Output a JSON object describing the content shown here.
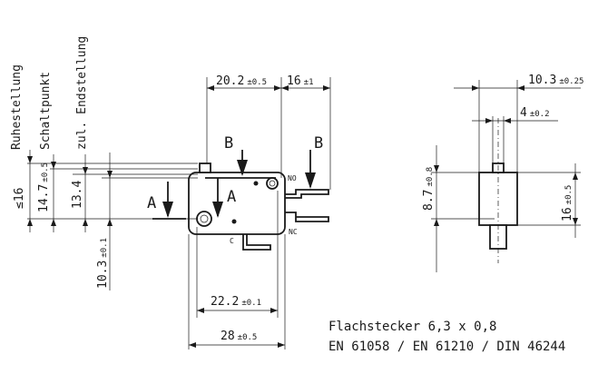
{
  "labels": {
    "ruhestellung": "Ruhestellung",
    "schaltpunkt": "Schaltpunkt",
    "endstellung": "zul. Endstellung",
    "a_left": "A",
    "a_right": "A",
    "b_left": "B",
    "b_right": "B",
    "no": "NO",
    "nc": "NC",
    "c": "C"
  },
  "dims": {
    "width_top": "20.2",
    "width_top_tol": "±0.5",
    "terminal": "16",
    "terminal_tol": "±1",
    "width_inner": "22.2",
    "width_inner_tol": "±0.1",
    "width_total": "28",
    "width_total_tol": "±0.5",
    "rest": "≤16",
    "switch": "14.7",
    "switch_tol": "±0.5",
    "end": "13.4",
    "hole": "10.3",
    "hole_tol": "±0.1",
    "side_depth": "10.3",
    "side_depth_tol": "±0.25",
    "side_width": "4",
    "side_width_tol": "±0.2",
    "side_height": "8.7",
    "side_height_tol": "±0.8",
    "side_total": "16",
    "side_total_tol": "±0.5"
  },
  "notes": {
    "line1": "Flachstecker 6,3 x 0,8",
    "line2": "EN 61058 / EN 61210 / DIN 46244"
  }
}
